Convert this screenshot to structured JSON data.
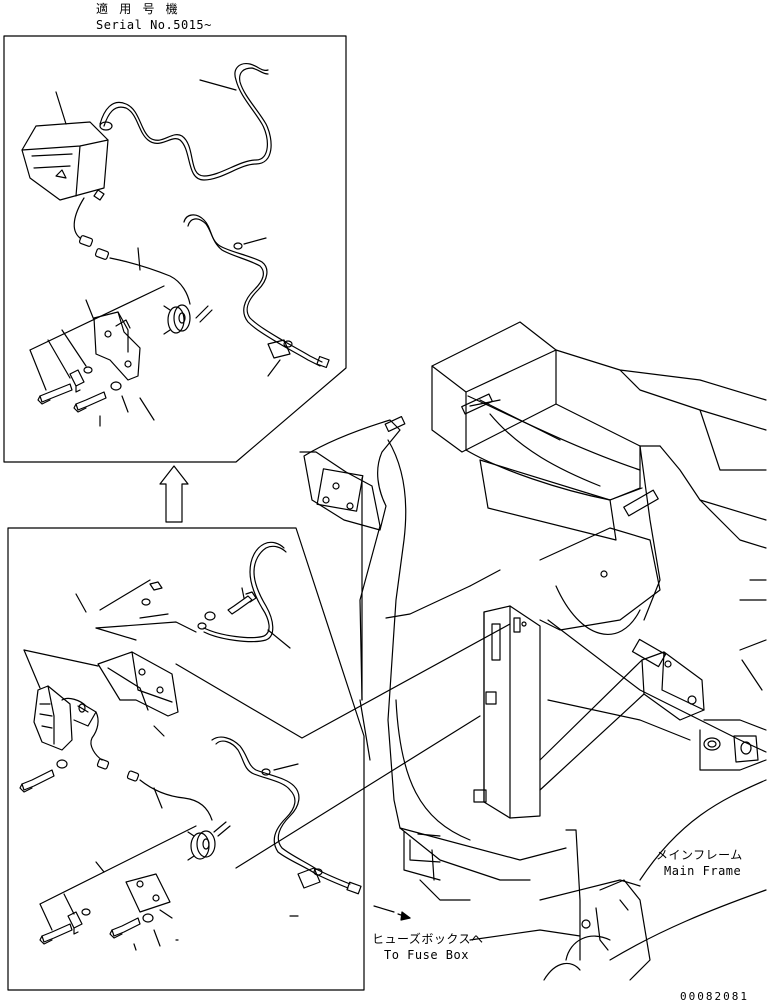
{
  "serial": {
    "jp": "適 用 号 機",
    "en": "Serial No.5015~"
  },
  "callouts": {
    "main_frame_jp": "メインフレーム",
    "main_frame_en": "Main Frame",
    "fuse_box_jp": "ヒューズボックスへ",
    "fuse_box_en": "To Fuse Box"
  },
  "drawing_number": "00082081"
}
